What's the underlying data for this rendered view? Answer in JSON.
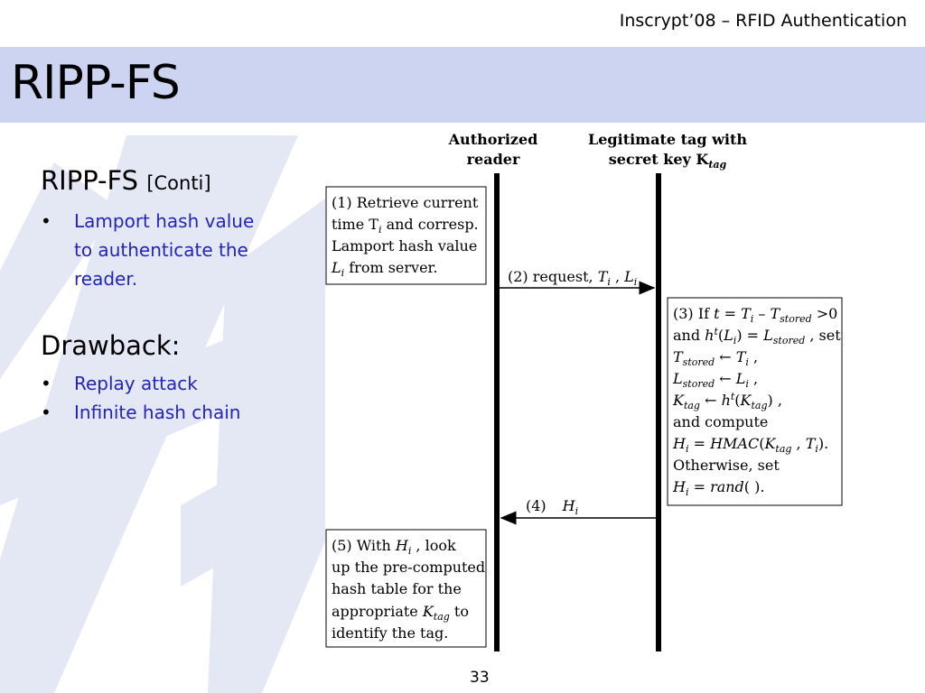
{
  "header": {
    "text": "Inscrypt’08 – RFID Authentication"
  },
  "title": "RIPP-FS",
  "left": {
    "heading": "RIPP-FS",
    "heading_sub": "[Conti]",
    "bullets": [
      "Lamport hash value",
      "to authenticate the",
      "reader."
    ],
    "drawback_heading": "Drawback:",
    "drawbacks": [
      "Replay attack",
      "Infinite hash chain"
    ]
  },
  "diagram": {
    "reader_label": [
      "Authorized",
      "reader"
    ],
    "tag_label": [
      "Legitimate tag with",
      "secret key K"
    ],
    "tag_label_sub": "tag",
    "box1": [
      "(1)  Retrieve current",
      "time T",
      " and corresp.",
      "Lamport hash value",
      "L",
      " from server."
    ],
    "arrow2": {
      "prefix": "(2)  request, ",
      "t": "T",
      "sep": " , ",
      "l": "L"
    },
    "box3": {
      "l1": [
        "(3) If ",
        "t",
        " = ",
        "T",
        " – ",
        "T",
        "stored",
        " >0"
      ],
      "l2": [
        "and ",
        "h",
        "t",
        "(",
        "L",
        ") = ",
        "L",
        "stored",
        " , set"
      ],
      "l3": [
        "T",
        "stored",
        " ← ",
        "T",
        " ,"
      ],
      "l4": [
        "L",
        "stored",
        " ← ",
        "L",
        " ,"
      ],
      "l5": [
        "K",
        "tag",
        " ← ",
        "h",
        "t",
        "(",
        "K",
        "tag",
        ") ,"
      ],
      "l6": "and compute",
      "l7": [
        "H",
        " = ",
        "HMAC",
        "(",
        "K",
        "tag",
        " , ",
        "T",
        ")."
      ],
      "l8": "Otherwise, set",
      "l9": [
        "H",
        " = ",
        "rand",
        "( )."
      ]
    },
    "arrow4": {
      "num": "(4)",
      "h": "H"
    },
    "box5": [
      "(5)  With ",
      "H",
      " , look",
      "up the pre-computed",
      "hash table for the",
      "appropriate ",
      "K",
      "tag",
      " to",
      "identify the tag."
    ],
    "subscript_i": "i"
  },
  "page_number": "33"
}
